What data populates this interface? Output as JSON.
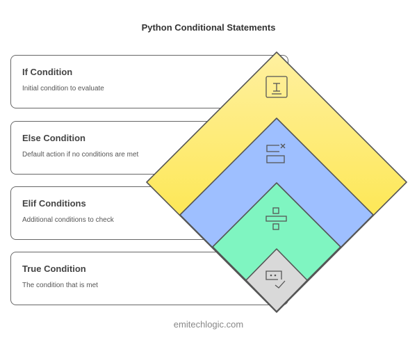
{
  "title": "Python Conditional Statements",
  "items": [
    {
      "heading": "If Condition",
      "description": "Initial condition to evaluate",
      "icon": "text-cursor-icon",
      "color": "#fde97a"
    },
    {
      "heading": "Else Condition",
      "description": "Default action if no conditions are met",
      "icon": "toggle-boxes-icon",
      "color": "#9ebfff"
    },
    {
      "heading": "Elif Conditions",
      "description": "Additional conditions to check",
      "icon": "divide-icon",
      "color": "#7ff5c1"
    },
    {
      "heading": "True Condition",
      "description": "The condition that is met",
      "icon": "chat-check-icon",
      "color": "#d9d9d9"
    }
  ],
  "footer": "emitechlogic.com"
}
